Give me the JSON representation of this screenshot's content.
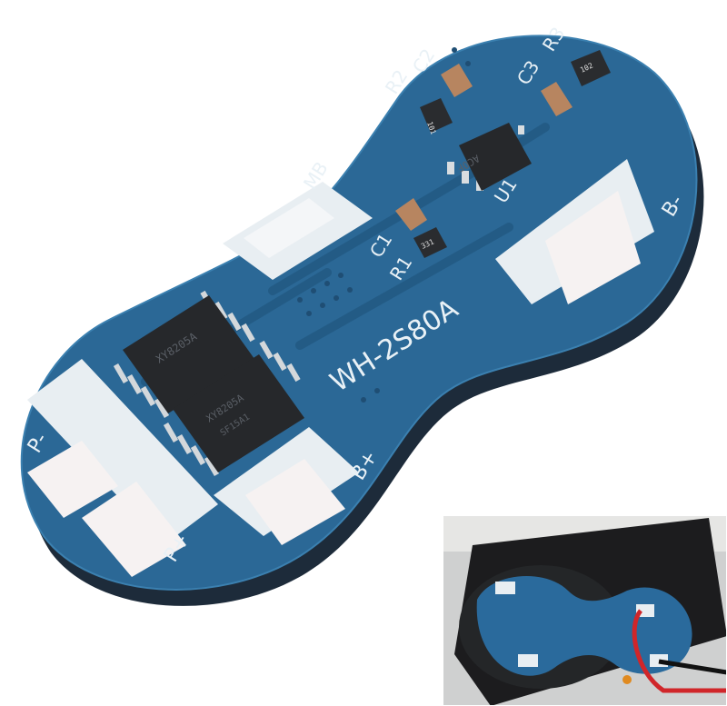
{
  "board": {
    "model": "WH-2S80A",
    "labels": {
      "r2": "R2",
      "c2": "C2",
      "r3": "R3",
      "c3": "C3",
      "mb": "MB",
      "b_minus": "B-",
      "c1": "C1",
      "r1": "R1",
      "u1": "U1",
      "p_minus": "P-",
      "p_plus": "P+",
      "b_plus": "B+"
    },
    "ic_u1_marking": "ACOF",
    "mosfet_1_marking": "XY8205A",
    "mosfet_2_marking": "XY8205A",
    "mosfet_2_line2": "SF15A1",
    "resistor_r3_code": "102",
    "resistor_r2_code": "101",
    "resistor_r1_code": "331"
  },
  "colors": {
    "pcb": "#2b6896",
    "pcb_edge": "#1d2b3a",
    "pad": "#e8eef2",
    "chip": "#26282b"
  }
}
